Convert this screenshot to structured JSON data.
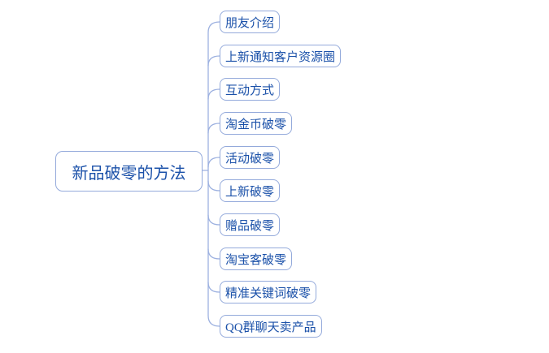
{
  "colors": {
    "background": "#ffffff",
    "node_border": "#94aadb",
    "node_text": "#1b51a9",
    "connector": "#9db1e0"
  },
  "mindmap": {
    "root": {
      "label": "新品破零的方法"
    },
    "children": [
      {
        "label": "朋友介绍"
      },
      {
        "label": "上新通知客户资源圈"
      },
      {
        "label": "互动方式"
      },
      {
        "label": "淘金币破零"
      },
      {
        "label": "活动破零"
      },
      {
        "label": "上新破零"
      },
      {
        "label": "赠品破零"
      },
      {
        "label": "淘宝客破零"
      },
      {
        "label": "精准关键词破零"
      },
      {
        "label": "QQ群聊天卖产品"
      }
    ]
  }
}
